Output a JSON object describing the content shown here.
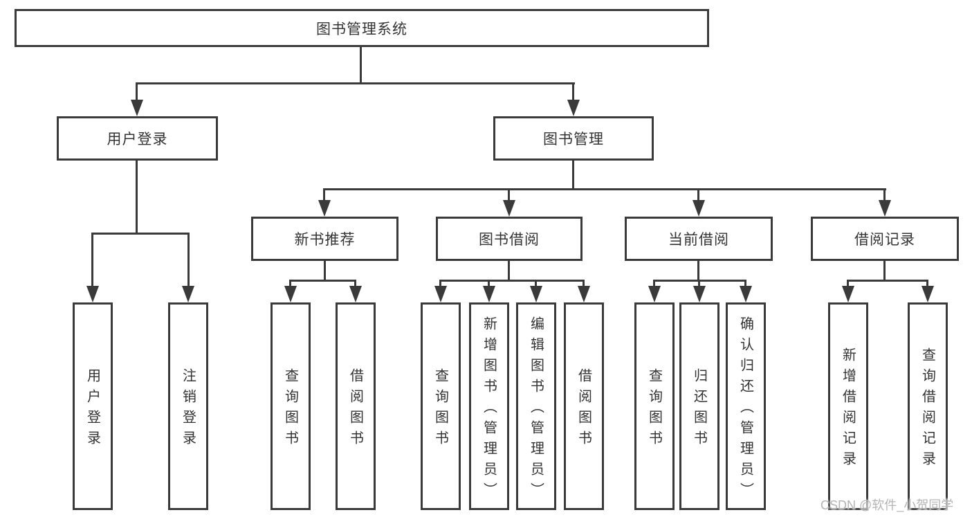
{
  "diagram": {
    "title": "图书管理系统",
    "level2": [
      {
        "label": "用户登录"
      },
      {
        "label": "图书管理"
      }
    ],
    "level3": [
      {
        "label": "新书推荐"
      },
      {
        "label": "图书借阅"
      },
      {
        "label": "当前借阅"
      },
      {
        "label": "借阅记录"
      }
    ],
    "leaves": {
      "login": [
        "用户登录",
        "注销登录"
      ],
      "recommend": [
        "查询图书",
        "借阅图书"
      ],
      "borrow": [
        "查询图书",
        "新增图书（管理员）",
        "编辑图书（管理员）",
        "借阅图书"
      ],
      "current": [
        "查询图书",
        "归还图书",
        "确认归还（管理员）"
      ],
      "records": [
        "新增借阅记录",
        "查询借阅记录"
      ]
    },
    "colors": {
      "line": "#3a3a3a",
      "text": "#333333",
      "watermark": "#b4b4b4"
    }
  },
  "watermark": {
    "text": "CSDN @软件_小贺同学"
  }
}
